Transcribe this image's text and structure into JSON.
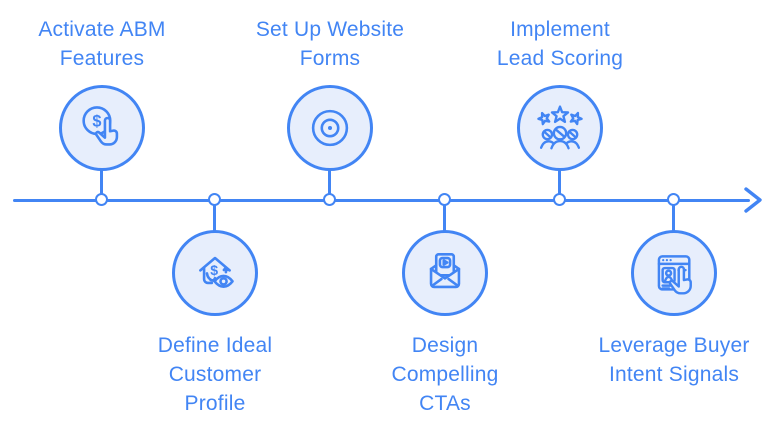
{
  "diagram": {
    "type": "horizontal-timeline",
    "direction": "right",
    "milestone_count": 6
  },
  "colors": {
    "accent": "#4285F4",
    "text": "#4285F4",
    "bubble_fill": "#E7EEFC",
    "node_fill": "#FFFFFF",
    "background": "#FFFFFF"
  },
  "milestones": [
    {
      "id": 1,
      "position": "above",
      "icon": "tap-dollar-icon",
      "label": "Activate ABM Features",
      "lines": [
        "Activate ABM",
        "Features"
      ]
    },
    {
      "id": 2,
      "position": "below",
      "icon": "house-value-eye-icon",
      "label": "Define Ideal Customer Profile",
      "lines": [
        "Define Ideal",
        "Customer",
        "Profile"
      ]
    },
    {
      "id": 3,
      "position": "above",
      "icon": "target-icon",
      "label": "Set Up Website Forms",
      "lines": [
        "Set Up Website",
        "Forms"
      ]
    },
    {
      "id": 4,
      "position": "below",
      "icon": "envelope-video-icon",
      "label": "Design Compelling CTAs",
      "lines": [
        "Design",
        "Compelling",
        "CTAs"
      ]
    },
    {
      "id": 5,
      "position": "above",
      "icon": "stars-people-icon",
      "label": "Implement Lead Scoring",
      "lines": [
        "Implement",
        "Lead Scoring"
      ]
    },
    {
      "id": 6,
      "position": "below",
      "icon": "browser-profile-tap-icon",
      "label": "Leverage Buyer Intent Signals",
      "lines": [
        "Leverage Buyer",
        "Intent Signals"
      ]
    }
  ]
}
